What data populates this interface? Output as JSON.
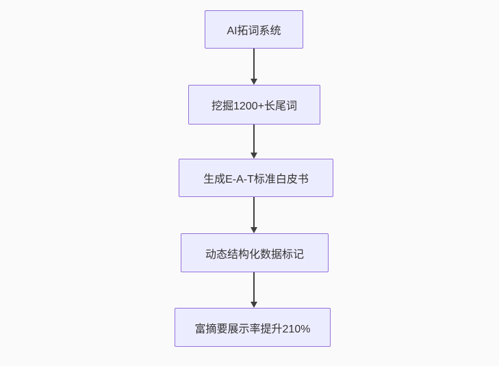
{
  "diagram": {
    "type": "flowchart",
    "direction": "top-down",
    "nodes": [
      {
        "id": "node-0",
        "label": "AI拓词系统"
      },
      {
        "id": "node-1",
        "label": "挖掘1200+长尾词"
      },
      {
        "id": "node-2",
        "label": "生成E-A-T标准白皮书"
      },
      {
        "id": "node-3",
        "label": "动态结构化数据标记"
      },
      {
        "id": "node-4",
        "label": "富摘要展示率提升210%"
      }
    ],
    "edges": [
      {
        "from": "AI拓词系统",
        "to": "挖掘1200+长尾词",
        "style": "arrow-down"
      },
      {
        "from": "挖掘1200+长尾词",
        "to": "生成E-A-T标准白皮书",
        "style": "arrow-down"
      },
      {
        "from": "生成E-A-T标准白皮书",
        "to": "动态结构化数据标记",
        "style": "arrow-down"
      },
      {
        "from": "动态结构化数据标记",
        "to": "富摘要展示率提升210%",
        "style": "arrow-down"
      }
    ],
    "colors": {
      "background": "#fafafa",
      "node_fill": "#ECECFF",
      "node_border": "#9370DB",
      "text": "#333333",
      "edge": "#3f3f3f"
    }
  }
}
